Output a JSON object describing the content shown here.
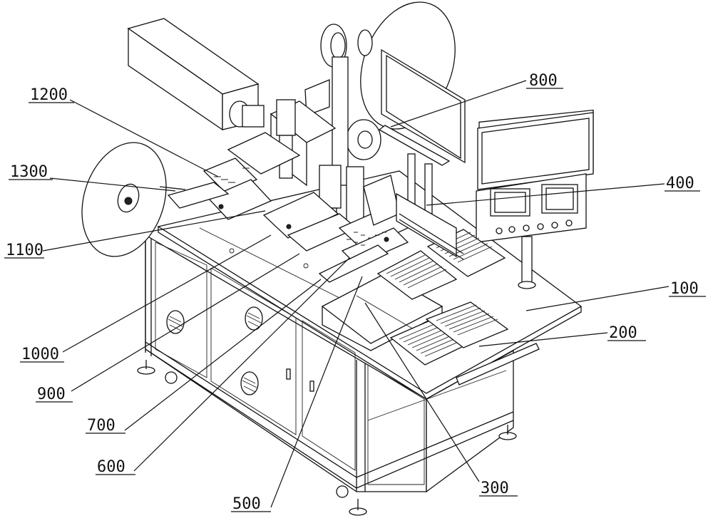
{
  "figure": {
    "labels": [
      {
        "id": "100",
        "text": "100"
      },
      {
        "id": "200",
        "text": "200"
      },
      {
        "id": "300",
        "text": "300"
      },
      {
        "id": "400",
        "text": "400"
      },
      {
        "id": "500",
        "text": "500"
      },
      {
        "id": "600",
        "text": "600"
      },
      {
        "id": "700",
        "text": "700"
      },
      {
        "id": "800",
        "text": "800"
      },
      {
        "id": "900",
        "text": "900"
      },
      {
        "id": "1000",
        "text": "1000"
      },
      {
        "id": "1100",
        "text": "1100"
      },
      {
        "id": "1200",
        "text": "1200"
      },
      {
        "id": "1300",
        "text": "1300"
      }
    ]
  }
}
